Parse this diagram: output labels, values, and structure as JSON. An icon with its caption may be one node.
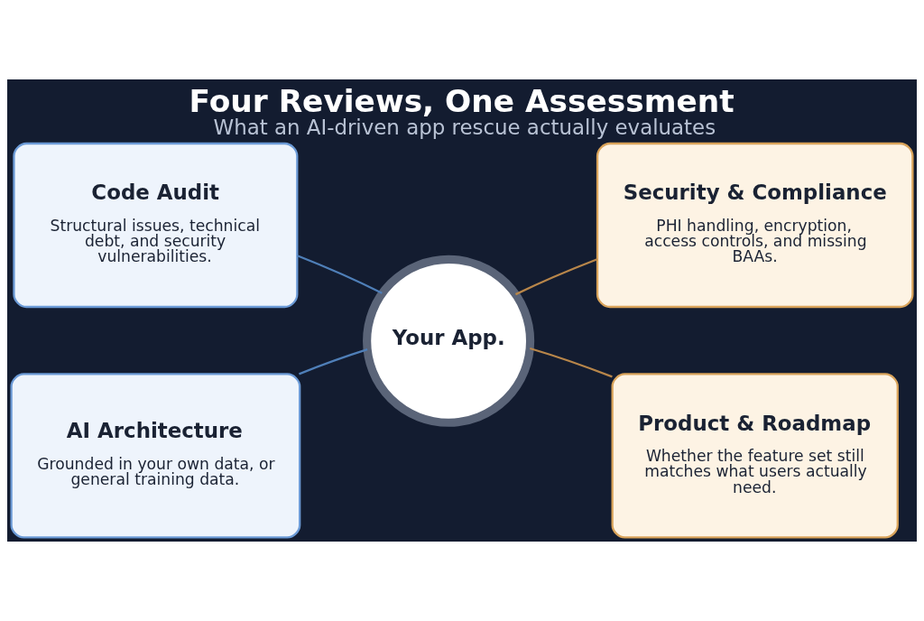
{
  "diagram": {
    "title": "Four Reviews, One Assessment",
    "caption": "What an AI-driven app rescue actually evaluates",
    "nodes": [
      {
        "text": [
          "Code Audit",
          "Structural issues, technical debt, and security vulnerabilities."
        ]
      },
      {
        "text": [
          "Security & Compliance",
          "PHI handling, encryption, access controls, and missing BAAs."
        ]
      },
      {
        "text": [
          "Your App."
        ]
      },
      {
        "text": [
          "AI Architecture",
          "Grounded in your own data, or general training data."
        ]
      },
      {
        "text": [
          "Product & Roadmap",
          "Whether the feature set still matches what users actually need."
        ]
      }
    ],
    "edges": [
      {
        "from": 2,
        "to": 0,
        "arrow": "none",
        "color": "#4f7fb8"
      },
      {
        "from": 2,
        "to": 1,
        "arrow": "none",
        "color": "#b8864a"
      },
      {
        "from": 2,
        "to": 3,
        "arrow": "none",
        "color": "#4f7fb8"
      },
      {
        "from": 2,
        "to": 4,
        "arrow": "none",
        "color": "#b8864a"
      }
    ]
  }
}
